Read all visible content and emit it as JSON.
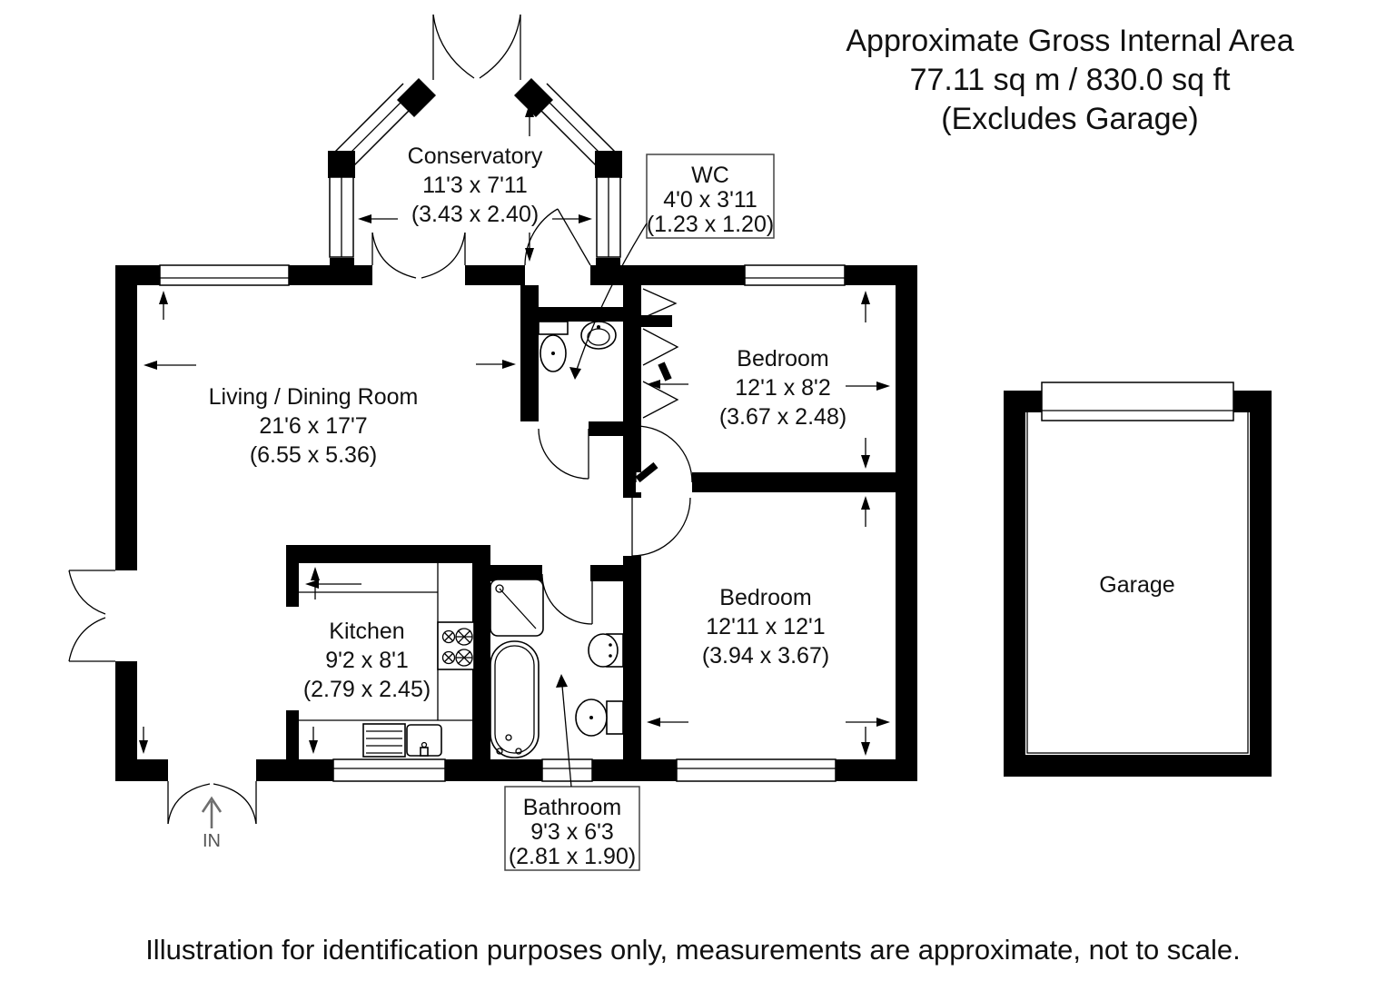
{
  "header": {
    "line1": "Approximate Gross Internal Area",
    "line2": "77.11 sq m / 830.0 sq ft",
    "line3": "(Excludes Garage)"
  },
  "rooms": {
    "conservatory": {
      "name": "Conservatory",
      "imperial": "11'3 x 7'11",
      "metric": "(3.43 x 2.40)"
    },
    "wc": {
      "name": "WC",
      "imperial": "4'0 x 3'11",
      "metric": "(1.23 x 1.20)"
    },
    "living_dining": {
      "name": "Living / Dining Room",
      "imperial": "21'6 x 17'7",
      "metric": "(6.55 x 5.36)"
    },
    "bedroom_rear": {
      "name": "Bedroom",
      "imperial": "12'1 x 8'2",
      "metric": "(3.67 x 2.48)"
    },
    "kitchen": {
      "name": "Kitchen",
      "imperial": "9'2 x 8'1",
      "metric": "(2.79 x 2.45)"
    },
    "bedroom_front": {
      "name": "Bedroom",
      "imperial": "12'11 x 12'1",
      "metric": "(3.94 x 3.67)"
    },
    "bathroom": {
      "name": "Bathroom",
      "imperial": "9'3 x 6'3",
      "metric": "(2.81 x 1.90)"
    },
    "garage": {
      "name": "Garage"
    }
  },
  "entrance": {
    "label": "IN"
  },
  "footer": {
    "caption": "Illustration for identification purposes only, measurements are approximate, not to scale."
  },
  "colors": {
    "wall": "#000000",
    "background": "#ffffff",
    "entry_arrow": "#6e6e6e"
  }
}
